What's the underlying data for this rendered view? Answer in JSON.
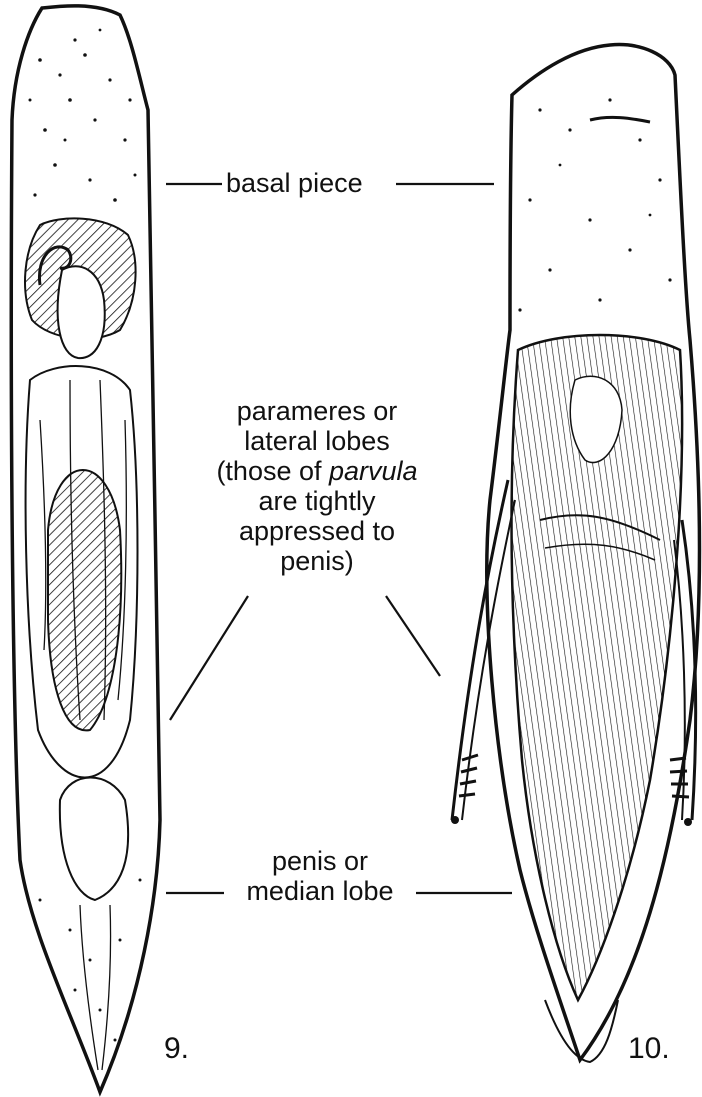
{
  "labels": {
    "basal_piece": "basal piece",
    "parameres": {
      "line1": "parameres or",
      "line2": "lateral lobes",
      "line3_pre": "(those of ",
      "line3_italic": "parvula",
      "line4": "are tightly",
      "line5": "appressed to",
      "line6": "penis)"
    },
    "penis": {
      "line1": "penis or",
      "line2": "median lobe"
    }
  },
  "figure_numbers": {
    "left": "9.",
    "right": "10."
  },
  "colors": {
    "ink": "#111111",
    "paper": "#ffffff"
  }
}
